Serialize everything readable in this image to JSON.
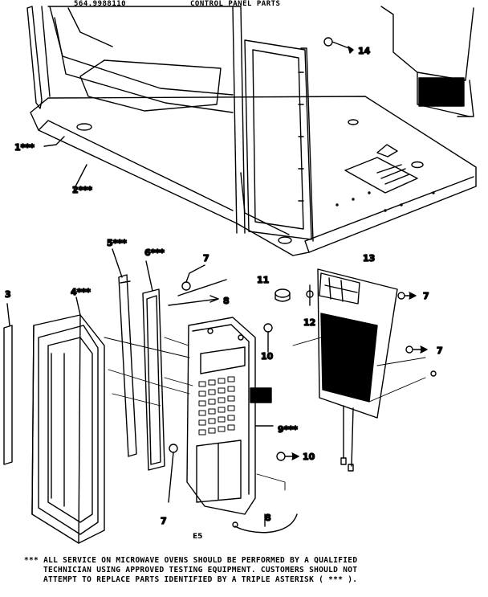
{
  "header": {
    "part_number": "564.9988110",
    "title": "CONTROL PANEL PARTS"
  },
  "callouts": {
    "c1": "1***",
    "c2": "2***",
    "c3": "3",
    "c4": "4***",
    "c5": "5***",
    "c6": "6***",
    "c7a": "7",
    "c7b": "7",
    "c7c": "7",
    "c7d": "7",
    "c8a": "8",
    "c8b": "8",
    "c9": "9***",
    "c10a": "10",
    "c10b": "10",
    "c11": "11",
    "c12": "12",
    "c13": "13",
    "c14": "14"
  },
  "figure_code": "E5",
  "footnote": {
    "line1": "*** ALL SERVICE ON MICROWAVE OVENS SHOULD BE PERFORMED BY A QUALIFIED",
    "line2": "TECHNICIAN USING APPROVED TESTING EQUIPMENT. CUSTOMERS SHOULD NOT",
    "line3": "ATTEMPT TO REPLACE PARTS IDENTIFIED BY A TRIPLE ASTERISK ( *** )."
  },
  "colors": {
    "ink": "#000000",
    "paper": "#ffffff"
  }
}
